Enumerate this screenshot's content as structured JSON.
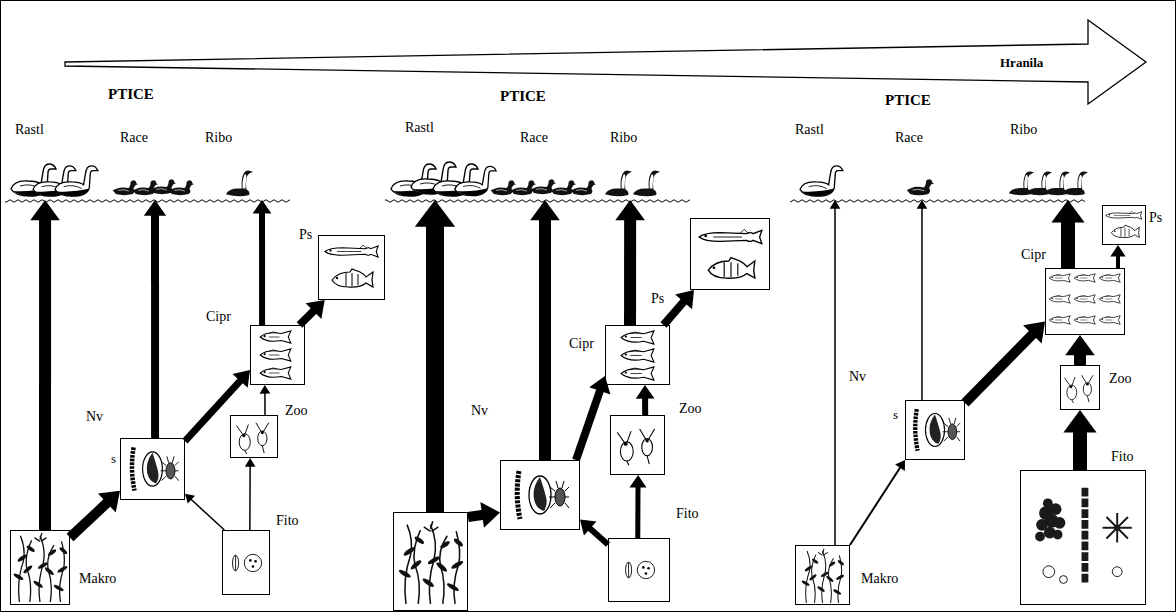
{
  "diagram": {
    "nodes": [
      {
        "text": [
          "Rastl"
        ]
      },
      {
        "text": [
          "Race"
        ]
      },
      {
        "text": [
          "Ribo"
        ]
      },
      {
        "text": [
          "Ps"
        ]
      },
      {
        "text": [
          "Cipr"
        ]
      },
      {
        "text": [
          "Nv"
        ]
      },
      {
        "text": [
          "Zoo"
        ]
      },
      {
        "text": [
          "Makro"
        ]
      },
      {
        "text": [
          "Fito"
        ]
      },
      {
        "text": [
          "Rastl"
        ]
      },
      {
        "text": [
          "Race"
        ]
      },
      {
        "text": [
          "Ribo"
        ]
      },
      {
        "text": [
          "Ps"
        ]
      },
      {
        "text": [
          "Cipr"
        ]
      },
      {
        "text": [
          "Nv"
        ]
      },
      {
        "text": [
          "Zoo"
        ]
      },
      {
        "text": []
      },
      {
        "text": [
          "Fito"
        ]
      },
      {
        "text": [
          "Rastl"
        ]
      },
      {
        "text": [
          "Race"
        ]
      },
      {
        "text": [
          "Ribo"
        ]
      },
      {
        "text": [
          "Ps"
        ]
      },
      {
        "text": [
          "Cipr"
        ]
      },
      {
        "text": [
          "Nv"
        ]
      },
      {
        "text": [
          "Zoo"
        ]
      },
      {
        "text": [
          "Makro"
        ]
      },
      {
        "text": [
          "Fito"
        ]
      }
    ],
    "edges": [
      {
        "from": 7,
        "to": 0,
        "arrow": "to"
      },
      {
        "from": 7,
        "to": 5,
        "arrow": "to"
      },
      {
        "from": 5,
        "to": 1,
        "arrow": "to"
      },
      {
        "from": 5,
        "to": 4,
        "arrow": "to"
      },
      {
        "from": 8,
        "to": 5,
        "arrow": "to"
      },
      {
        "from": 8,
        "to": 6,
        "arrow": "to"
      },
      {
        "from": 6,
        "to": 4,
        "arrow": "to"
      },
      {
        "from": 4,
        "to": 3,
        "arrow": "to"
      },
      {
        "from": 4,
        "to": 2,
        "arrow": "to"
      },
      {
        "from": 16,
        "to": 9,
        "arrow": "to"
      },
      {
        "from": 16,
        "to": 14,
        "arrow": "to"
      },
      {
        "from": 14,
        "to": 10,
        "arrow": "to"
      },
      {
        "from": 14,
        "to": 13,
        "arrow": "to"
      },
      {
        "from": 17,
        "to": 14,
        "arrow": "to"
      },
      {
        "from": 17,
        "to": 15,
        "arrow": "to"
      },
      {
        "from": 15,
        "to": 13,
        "arrow": "to"
      },
      {
        "from": 13,
        "to": 12,
        "arrow": "to"
      },
      {
        "from": 13,
        "to": 11,
        "arrow": "to"
      },
      {
        "from": 25,
        "to": 18,
        "arrow": "to"
      },
      {
        "from": 25,
        "to": 23,
        "arrow": "to"
      },
      {
        "from": 23,
        "to": 19,
        "arrow": "to"
      },
      {
        "from": 23,
        "to": 22,
        "arrow": "to"
      },
      {
        "from": 26,
        "to": 24,
        "arrow": "to"
      },
      {
        "from": 24,
        "to": 22,
        "arrow": "to"
      },
      {
        "from": 22,
        "to": 20,
        "arrow": "to"
      },
      {
        "from": 22,
        "to": 21,
        "arrow": "to"
      }
    ],
    "labels": [
      "Hranila",
      "PTICE",
      "PTICE",
      "PTICE",
      "s",
      "s"
    ]
  }
}
